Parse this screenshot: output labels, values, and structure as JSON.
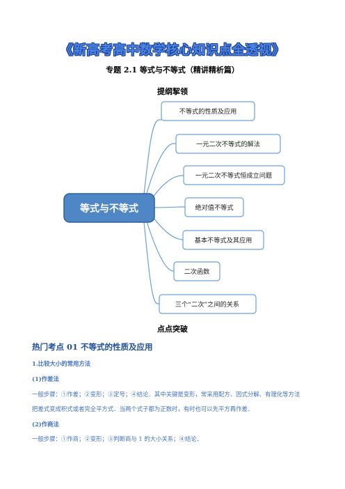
{
  "banner": {
    "title": "《新高考高中数学核心知识点全透视》"
  },
  "subtitle": "专题 2.1 等式与不等式（精讲精析篇）",
  "outline_heading": "提纲挈领",
  "mindmap": {
    "center": "等式与不等式",
    "branches": [
      "不等式的性质及应用",
      "一元二次不等式的解法",
      "一元二次不等式恒成立问题",
      "绝对值不等式",
      "基本不等式及其应用",
      "二次函数",
      "三个“二次”之间的关系"
    ],
    "colors": {
      "line": "#6aa0d8",
      "box_border": "#6aa0d8",
      "center_fill": "#4f86c6",
      "center_border": "#2e5f9e"
    }
  },
  "breakthrough_heading": "点点突破",
  "hot_topic": "热门考点 01    不等式的性质及应用",
  "content": {
    "method_title": "1.比较大小的常用方法",
    "diff_title": "(1)作差法",
    "diff_line1": "一般步骤：①作差；②变形；③定号；④结论．其中关键是变形，常采用配方、因式分解、有理化等方法",
    "diff_line2": "把差式变成积式或者完全平方式．当两个式子都为正数时，有时也可以先平方再作差．",
    "quot_title": "(2)作商法",
    "quot_line1": "一般步骤：①作商；②变形；③判断商与 1 的大小关系；④结论．"
  },
  "colors": {
    "banner": "#4a86e8",
    "heading_blue": "#1f4e9c",
    "text_blue": "#4472c4"
  }
}
